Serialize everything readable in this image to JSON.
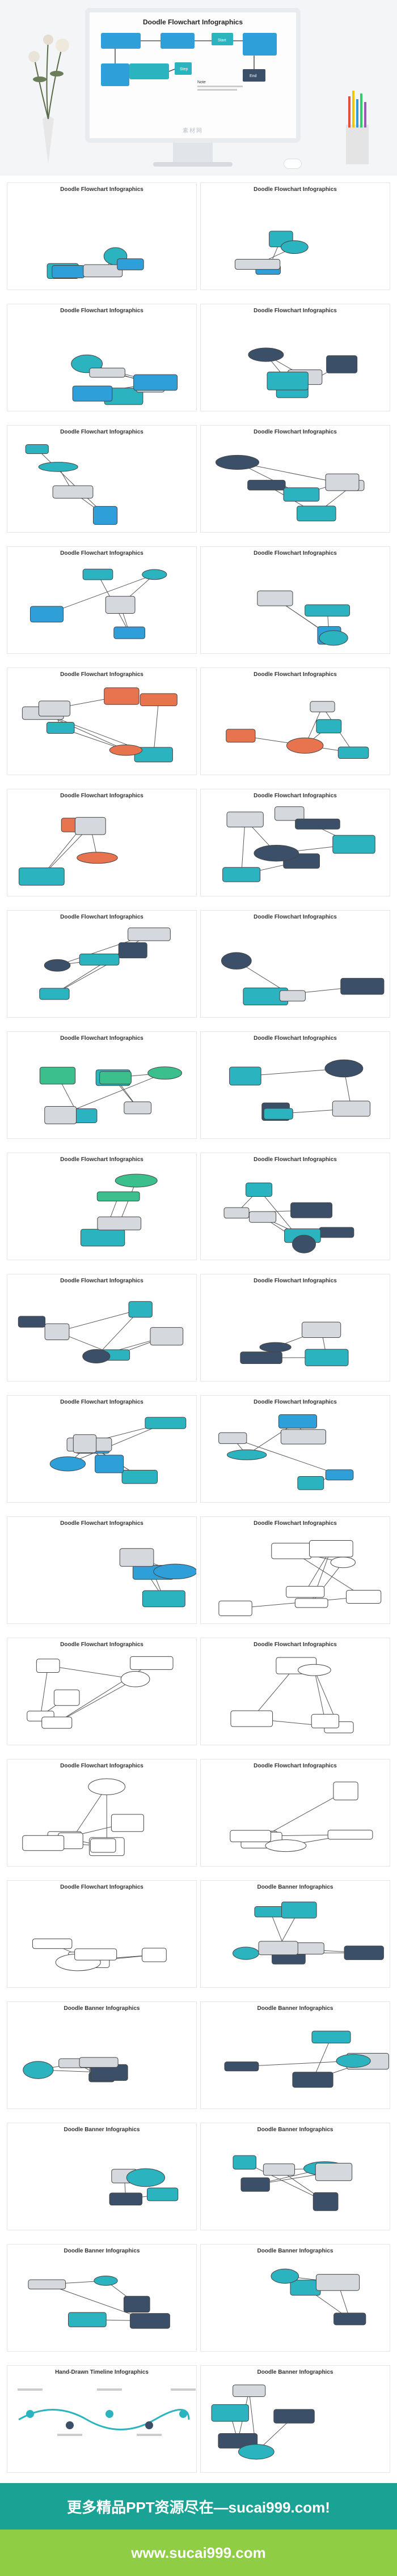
{
  "hero": {
    "monitor_title": "Doodle Flowchart Infographics",
    "watermark": "素材网",
    "node_labels": [
      "Start",
      "Step",
      "End",
      "Note"
    ]
  },
  "colors": {
    "teal": "#2bb3c0",
    "blue": "#2e9fd8",
    "navy": "#3b5068",
    "orange": "#e8734f",
    "green": "#3bbf8c",
    "gray": "#d5d9dd",
    "footer_top": "#1aa394",
    "footer_bottom": "#8fcd44"
  },
  "slides": [
    {
      "title": "Doodle Flowchart Infographics",
      "style": "teal"
    },
    {
      "title": "Doodle Flowchart Infographics",
      "style": "teal"
    },
    {
      "title": "Doodle Flowchart Infographics",
      "style": "teal"
    },
    {
      "title": "Doodle Flowchart Infographics",
      "style": "navy"
    },
    {
      "title": "Doodle Flowchart Infographics",
      "style": "teal"
    },
    {
      "title": "Doodle Flowchart Infographics",
      "style": "navy"
    },
    {
      "title": "Doodle Flowchart Infographics",
      "style": "teal"
    },
    {
      "title": "Doodle Flowchart Infographics",
      "style": "teal"
    },
    {
      "title": "Doodle Flowchart Infographics",
      "style": "orange"
    },
    {
      "title": "Doodle Flowchart Infographics",
      "style": "orange"
    },
    {
      "title": "Doodle Flowchart Infographics",
      "style": "orange"
    },
    {
      "title": "Doodle Flowchart Infographics",
      "style": "navy"
    },
    {
      "title": "Doodle Flowchart Infographics",
      "style": "navy"
    },
    {
      "title": "Doodle Flowchart Infographics",
      "style": "navy"
    },
    {
      "title": "Doodle Flowchart Infographics",
      "style": "green"
    },
    {
      "title": "Doodle Flowchart Infographics",
      "style": "navy"
    },
    {
      "title": "Doodle Flowchart Infographics",
      "style": "green"
    },
    {
      "title": "Doodle Flowchart Infographics",
      "style": "navy"
    },
    {
      "title": "Doodle Flowchart Infographics",
      "style": "navy"
    },
    {
      "title": "Doodle Flowchart Infographics",
      "style": "navy"
    },
    {
      "title": "Doodle Flowchart Infographics",
      "style": "blue"
    },
    {
      "title": "Doodle Flowchart Infographics",
      "style": "teal"
    },
    {
      "title": "Doodle Flowchart Infographics",
      "style": "blue"
    },
    {
      "title": "Doodle Flowchart Infographics",
      "style": "outline"
    },
    {
      "title": "Doodle Flowchart Infographics",
      "style": "outline"
    },
    {
      "title": "Doodle Flowchart Infographics",
      "style": "outline"
    },
    {
      "title": "Doodle Flowchart Infographics",
      "style": "outline"
    },
    {
      "title": "Doodle Flowchart Infographics",
      "style": "outline"
    },
    {
      "title": "Doodle Flowchart Infographics",
      "style": "outline"
    },
    {
      "title": "Doodle Banner Infographics",
      "style": "banner"
    },
    {
      "title": "Doodle Banner Infographics",
      "style": "banner"
    },
    {
      "title": "Doodle Banner Infographics",
      "style": "banner"
    },
    {
      "title": "Doodle Banner Infographics",
      "style": "banner"
    },
    {
      "title": "Doodle Banner Infographics",
      "style": "banner"
    },
    {
      "title": "Doodle Banner Infographics",
      "style": "banner"
    },
    {
      "title": "Doodle Banner Infographics",
      "style": "banner"
    },
    {
      "title": "Hand-Drawn Timeline Infographics",
      "style": "timeline"
    },
    {
      "title": "Doodle Banner Infographics",
      "style": "banner"
    }
  ],
  "footer": {
    "line1": "更多精品PPT资源尽在—sucai999.com!",
    "line2": "www.sucai999.com"
  }
}
